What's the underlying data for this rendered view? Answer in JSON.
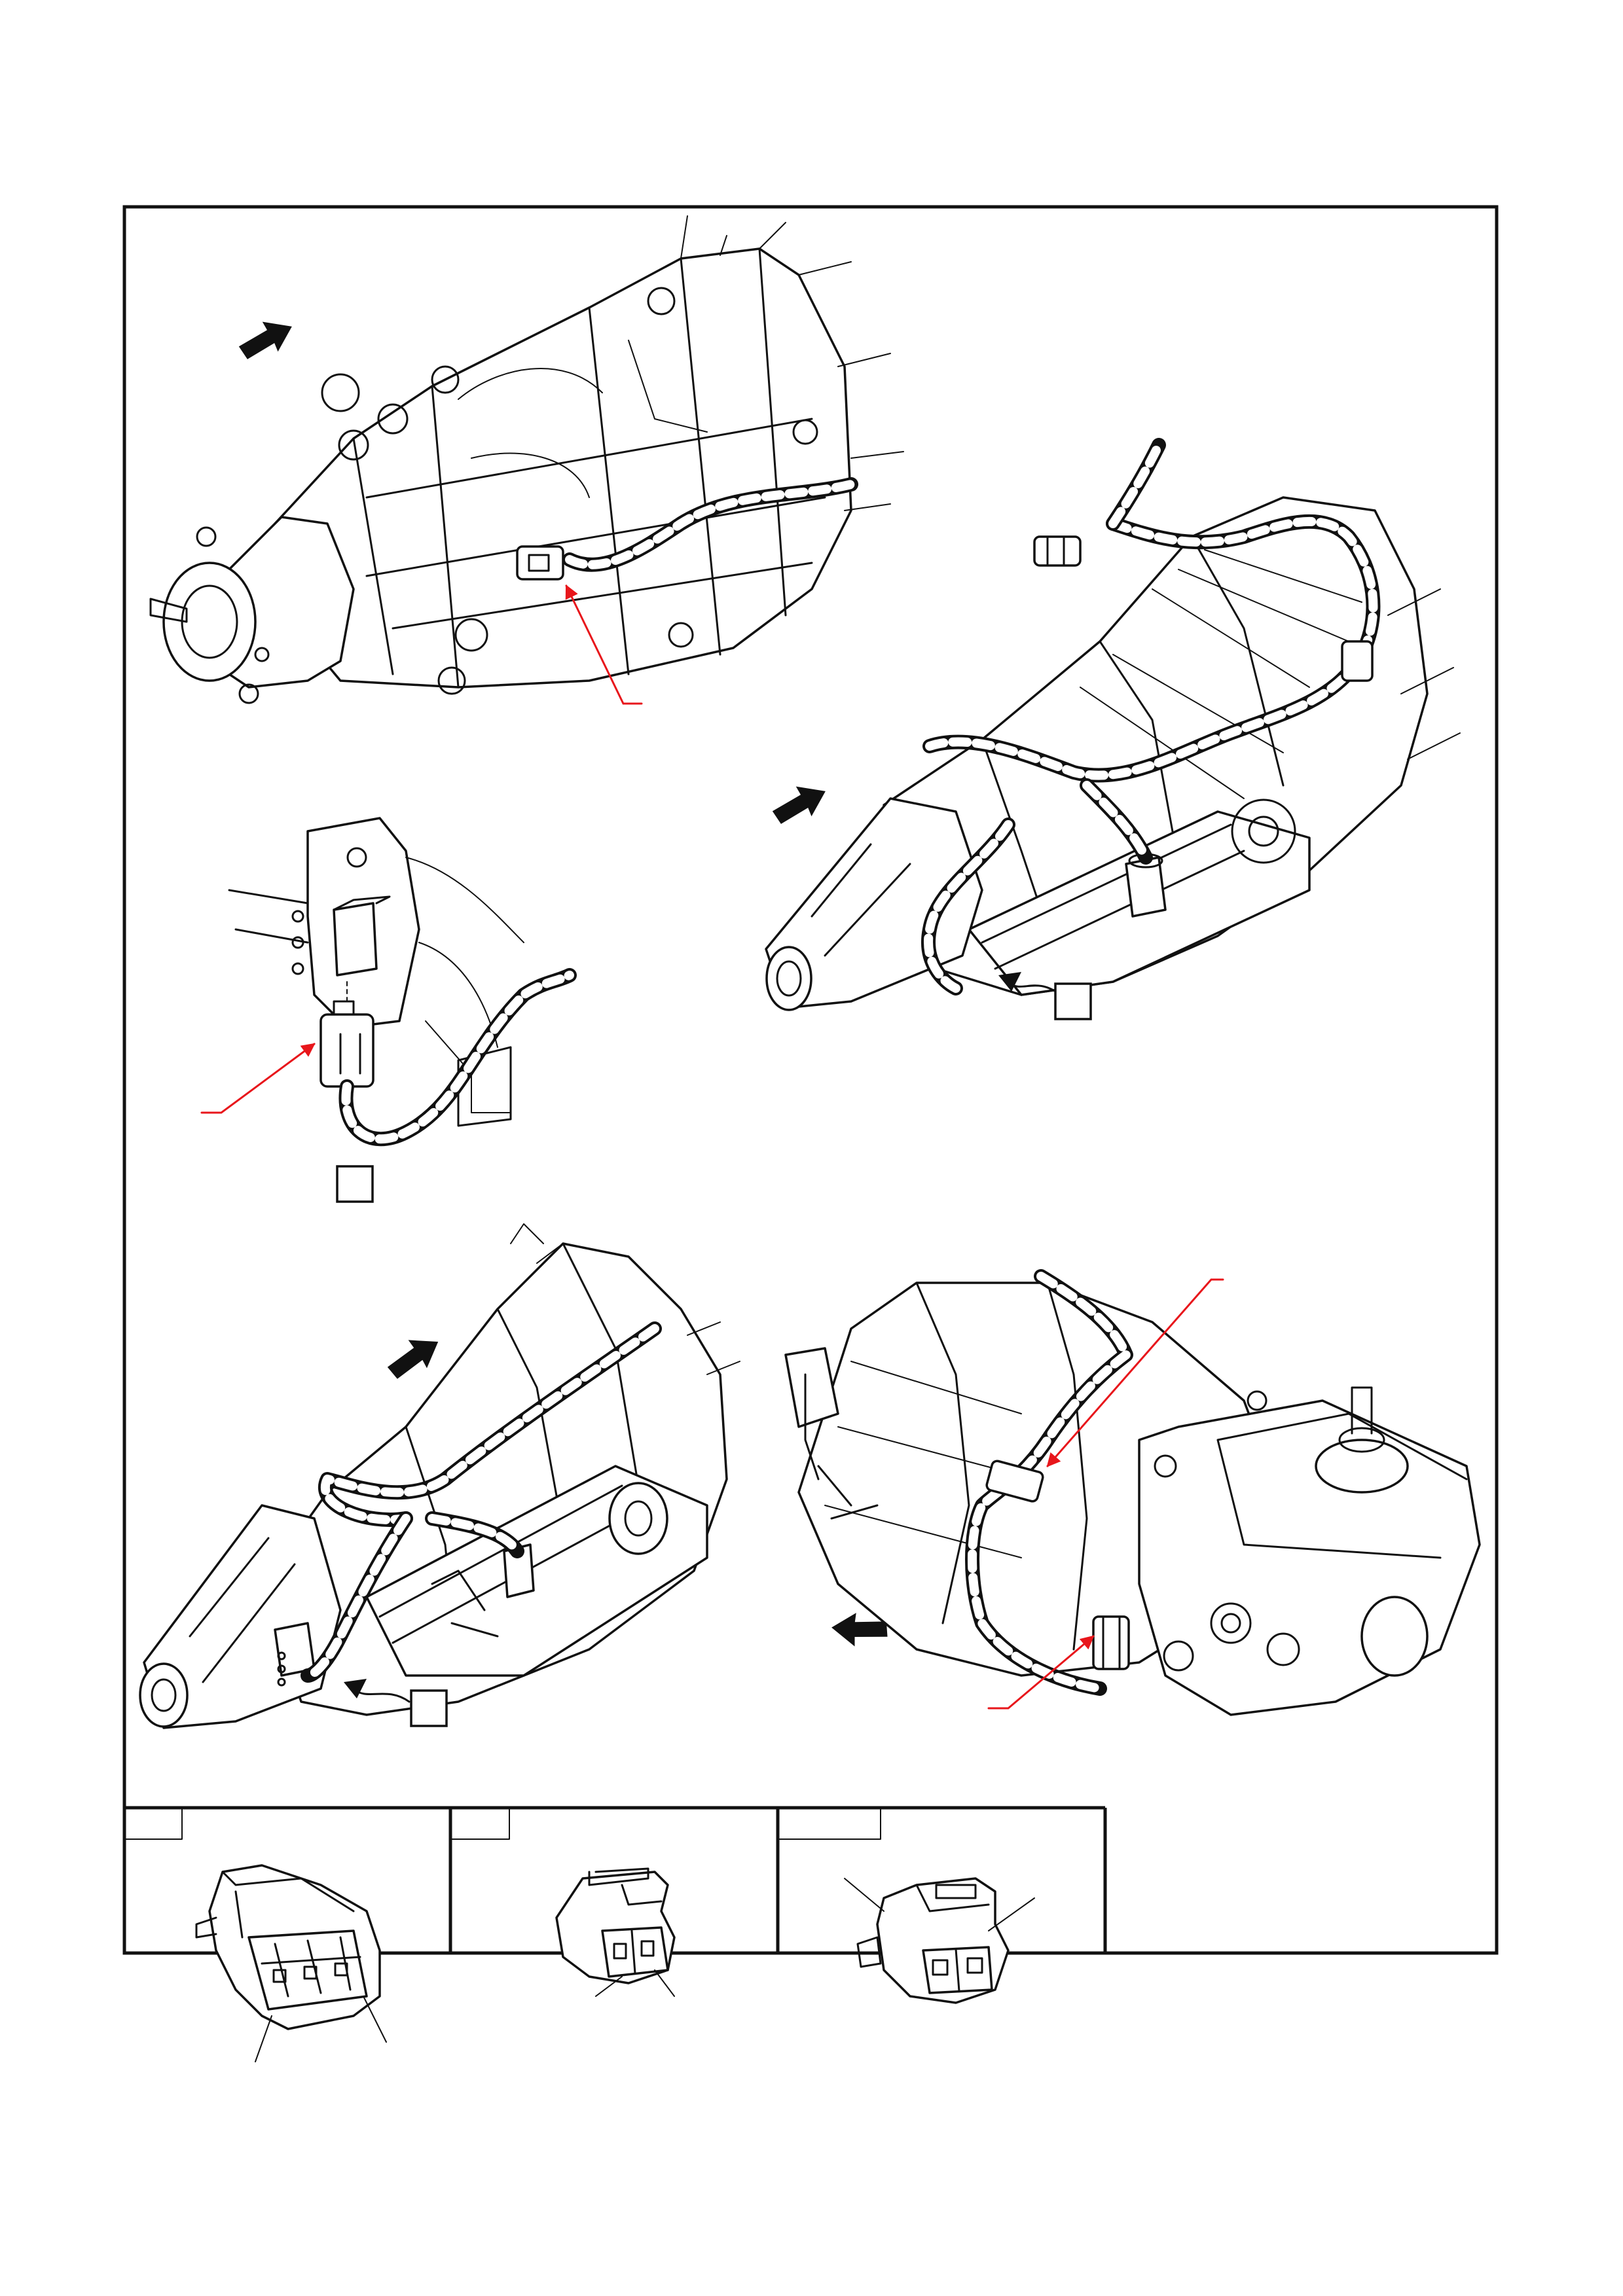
{
  "document": {
    "type": "service-manual-illustration",
    "frame_color": "#111111",
    "callout_color": "#e8161b"
  },
  "views": [
    {
      "id": "manual-transmission-top",
      "icon": "transmission-illustration"
    },
    {
      "id": "connector-closeup",
      "icon": "sensor-connector-illustration",
      "ref_box_label": ""
    },
    {
      "id": "automatic-transmission-right",
      "icon": "transmission-illustration",
      "ref_box_label": ""
    },
    {
      "id": "automatic-transmission-bottom",
      "icon": "transmission-illustration",
      "ref_box_label": ""
    },
    {
      "id": "manual-transmission-bottom",
      "icon": "transmission-illustration"
    }
  ],
  "connector_panels": [
    {
      "id": "panel-a",
      "tab_label": "",
      "icon": "three-pin-connector-icon"
    },
    {
      "id": "panel-b",
      "tab_label": "",
      "icon": "two-pin-connector-icon"
    },
    {
      "id": "panel-c",
      "tab_label": "",
      "icon": "two-pin-connector-icon"
    }
  ],
  "arrow_icon": "direction-arrow-icon"
}
